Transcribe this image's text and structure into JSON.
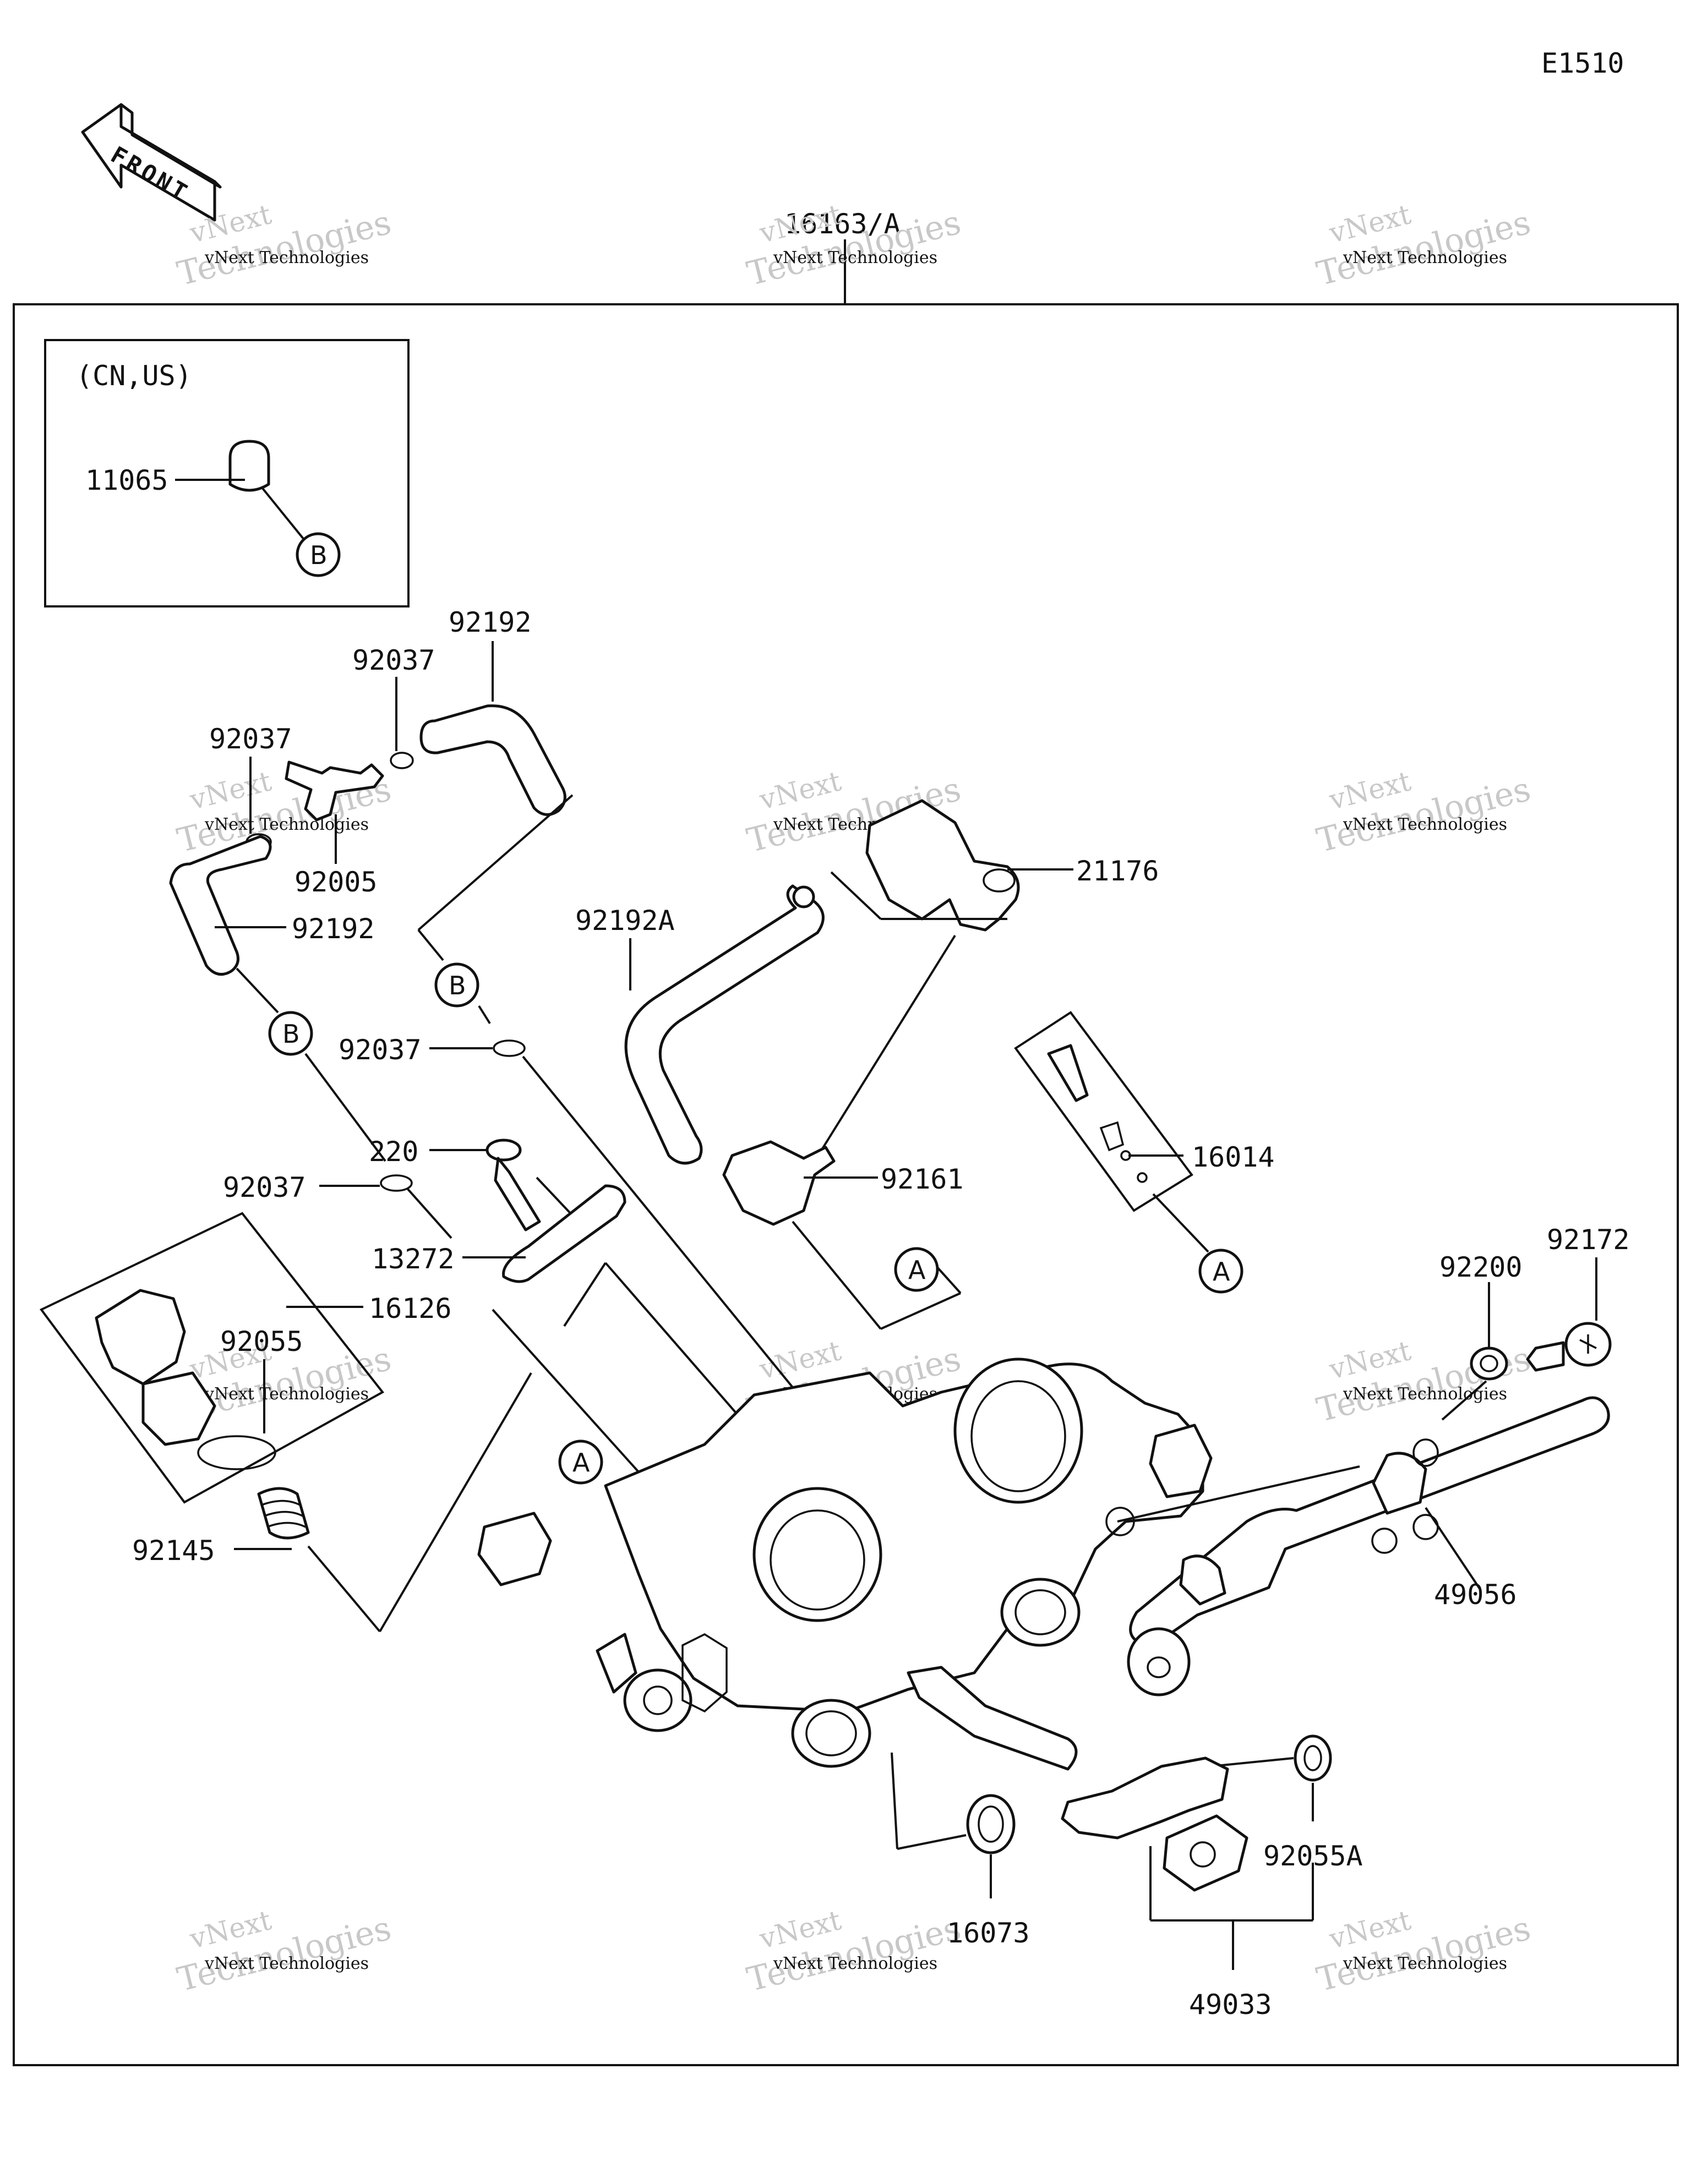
{
  "diagram_code": "E1510",
  "front_label": "FRONT",
  "assembly_label": "16163/A",
  "region_note": "(CN,US)",
  "watermark": {
    "line1": "vNext",
    "line2": "vNext Technologies",
    "line3": "Technologies"
  },
  "ref_markers": {
    "a": "A",
    "b": "B"
  },
  "parts": [
    "11065",
    "92192",
    "92037",
    "92037",
    "92005",
    "92192",
    "92037",
    "220",
    "92037",
    "13272",
    "16126",
    "92055",
    "92145",
    "92192A",
    "21176",
    "92161",
    "16014",
    "92200",
    "92172",
    "49056",
    "16073",
    "92055A",
    "49033"
  ]
}
